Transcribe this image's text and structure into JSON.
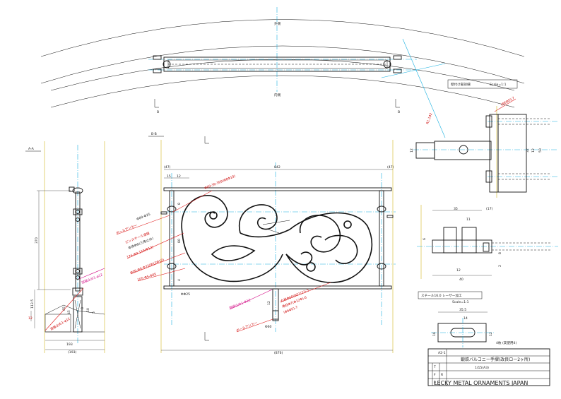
{
  "plan": {
    "outer_label": "外側",
    "inner_label": "内側",
    "section_b": "B",
    "radius_label": "R1,142"
  },
  "section_aa": {
    "title": "A-A",
    "height": "370",
    "d12": "12",
    "d113_5": "113.5",
    "d45": "45",
    "d65": "65",
    "d8": "8",
    "d5": "5",
    "d10": "10",
    "d193": "193",
    "d193p": "(193)",
    "anchor_note": "溶接止め1-φ12"
  },
  "section_bb": {
    "title": "B-B",
    "d47": "(47)",
    "d842": "842",
    "d47r": "(47)",
    "d15": "15",
    "d12": "12",
    "d8": "8",
    "d80": "80",
    "d4": "4",
    "d876": "(876)",
    "d60": "Φ60",
    "d12b": "12",
    "d0125": "ΦΦ25",
    "labels": [
      "Φ09-30-309(Φ8Φ10)",
      "Φ00-Φ25",
      "ボールアンカー",
      "ピンスチール溶接",
      "本体ΦΦ(三角止め)",
      "176-Φ9-119(Φ12)",
      "Φ00-Φ0-Φ72(Φ12Φ12)",
      "105-Φ5-Φ05",
      "溶接止め1-Φ12",
      "丸柱Φ60(Φ21(2))-5",
      "角柱Φ7(Φ12Φ)-6",
      "(Φ6Φ5)-7",
      "ボールアンカー"
    ]
  },
  "wall_detail": {
    "title": "壁付け部詳細",
    "scale": "Scale=1:1",
    "note": "(Φ6Φ5)-7",
    "d12": "12",
    "d12b": "12",
    "d32": "32",
    "d50": "50",
    "d35": "35",
    "d17": "(17)",
    "d11": "11",
    "d6": "6",
    "d12c": "12",
    "d40": "40",
    "d8": "8",
    "d2": "2"
  },
  "steel_plate": {
    "title": "スチール16.0 レーザー加工",
    "scale": "Scale=1:1",
    "d35_5": "35.5",
    "d14": "14",
    "d12": "12",
    "d16": "16",
    "qty": "4枚\n(実使用4)"
  },
  "title_block": {
    "drawing_no": "A2-1",
    "name": "鍛鉄バルコニー手摺(改良ロー2ヶ所)",
    "scale": "1/15(A3)",
    "company": "LECKY METAL ORNAMENTS JAPAN",
    "grid": [
      "T",
      "F",
      "R",
      "B"
    ]
  }
}
